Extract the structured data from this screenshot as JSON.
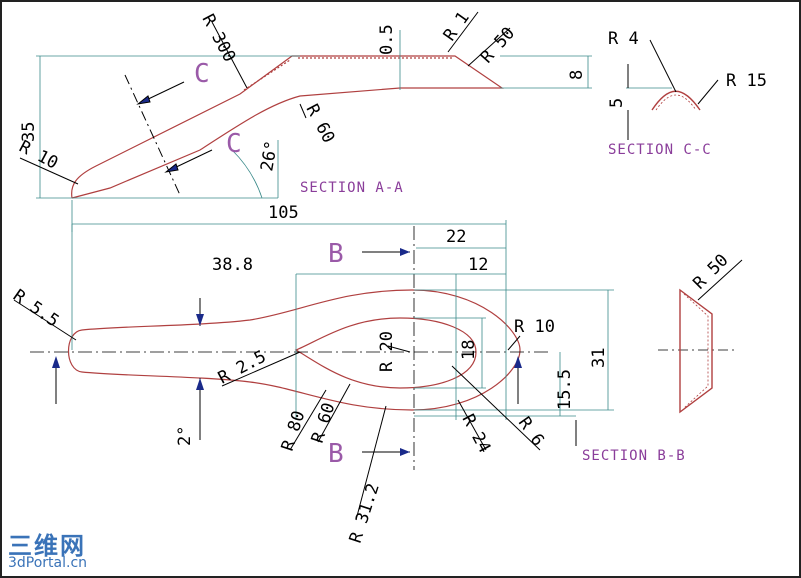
{
  "labels": {
    "sectionAA": "SECTION A-A",
    "sectionBB": "SECTION B-B",
    "sectionCC": "SECTION C-C",
    "C": "C",
    "B": "B"
  },
  "dims": {
    "r300": "R 300",
    "d05": "0.5",
    "r1": "R 1",
    "r50_top": "R 50",
    "d8": "8",
    "d35": "35",
    "r10_top": "R 10",
    "r60_top": "R 60",
    "a26": "26°",
    "d105": "105",
    "r4": "R 4",
    "r15": "R 15",
    "d5": "5",
    "d22": "22",
    "d38_8": "38.8",
    "d12": "12",
    "r5_5": "R 5.5",
    "r20": "R 20",
    "d18": "18",
    "r10_bot": "R 10",
    "d31": "31",
    "r2_5": "R 2.5",
    "d15_5": "15.5",
    "a2": "2°",
    "r80": "R 80",
    "r60_bot": "R 60",
    "r24": "R 24",
    "r6": "R 6",
    "r31_2": "R 31.2",
    "r50_side": "R 50"
  },
  "logo": {
    "cn": "三维网",
    "url": "3dPortal.cn"
  }
}
